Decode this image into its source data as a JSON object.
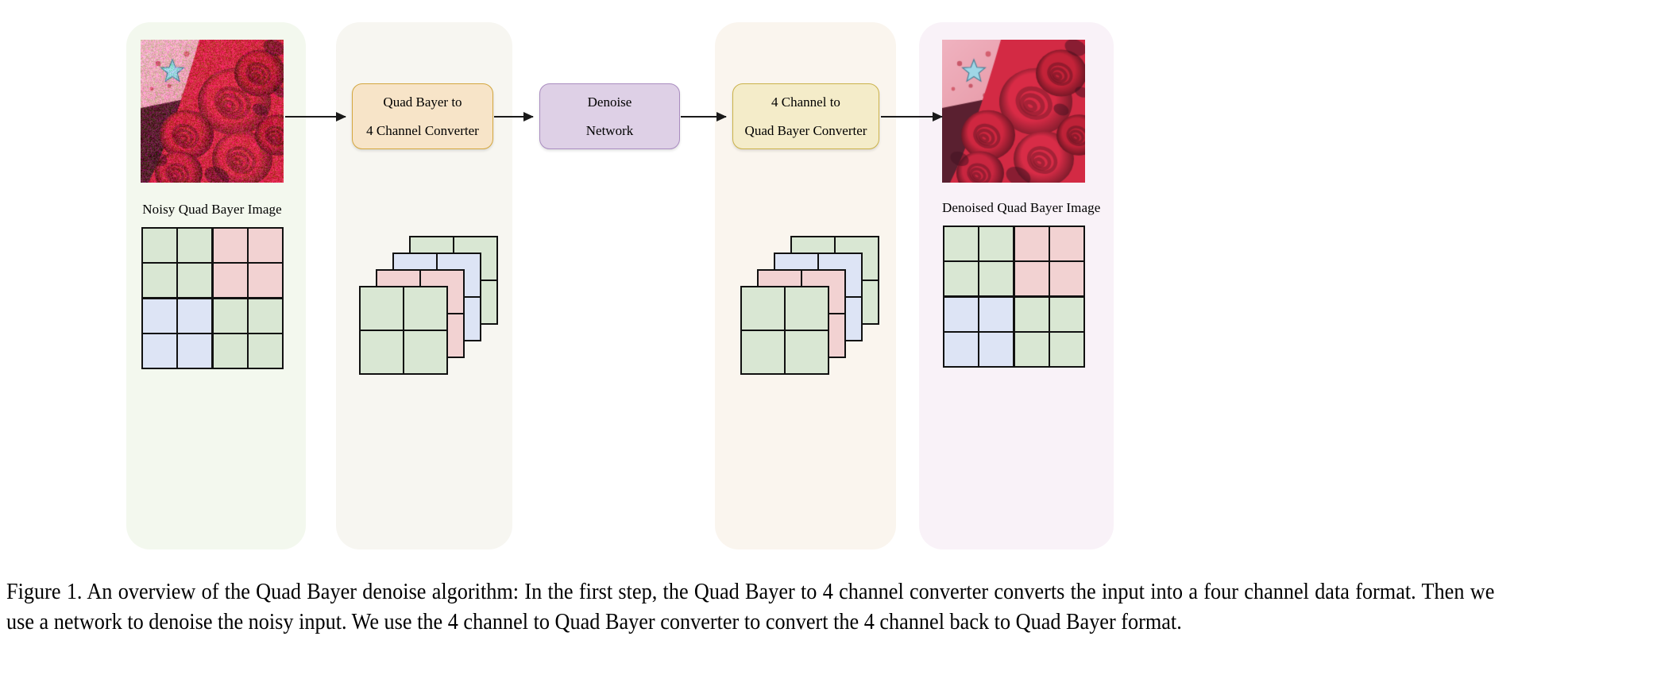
{
  "figure": {
    "caption": "Figure 1. An overview of the Quad Bayer denoise algorithm: In the first step, the Quad Bayer to 4 channel converter converts the input into a four channel data format.  Then we use a network to denoise the noisy input. We use the 4 channel to Quad Bayer converter to convert the 4 channel back to Quad Bayer format."
  },
  "panels": {
    "input": {
      "name": "input-panel",
      "background": "#f3f8ee"
    },
    "convert": {
      "name": "convert-panel",
      "background": "#f7f6f1"
    },
    "reconv": {
      "name": "reconvert-panel",
      "background": "#faf5ee"
    },
    "output": {
      "name": "output-panel",
      "background": "#f9f2f8"
    }
  },
  "images": {
    "noisy": {
      "caption": "Noisy Quad Bayer Image",
      "alt": "noisy-quad-bayer-photo-of-red-roses"
    },
    "clean": {
      "caption": "Denoised Quad Bayer Image",
      "alt": "denoised-photo-of-red-roses"
    }
  },
  "boxes": [
    {
      "id": "quad-bayer-to-4-channel-converter",
      "line1": "Quad Bayer to",
      "line2": "4 Channel Converter",
      "fill": "#f7e4c8",
      "stroke": "#d4a73f"
    },
    {
      "id": "denoise-network",
      "line1": "Denoise",
      "line2": "Network",
      "fill": "#ded0e6",
      "stroke": "#a98cc0"
    },
    {
      "id": "4-channel-to-quad-bayer-converter",
      "line1": "4 Channel to",
      "line2": "Quad Bayer Converter",
      "fill": "#f4ecc9",
      "stroke": "#cbb24a"
    }
  ],
  "arrows": [
    {
      "id": "arrow-image-to-converter"
    },
    {
      "id": "arrow-converter-to-network"
    },
    {
      "id": "arrow-network-to-reconverter"
    },
    {
      "id": "arrow-reconverter-to-image"
    }
  ],
  "colors": {
    "green": "#d9e7d3",
    "pink": "#f2d2d2",
    "blue": "#dde4f5",
    "line": "#111111"
  },
  "bayer_pattern": {
    "description": "4x4 quad bayer mosaic",
    "rows": [
      [
        "green",
        "green",
        "pink",
        "pink"
      ],
      [
        "green",
        "green",
        "pink",
        "pink"
      ],
      [
        "blue",
        "blue",
        "green",
        "green"
      ],
      [
        "blue",
        "blue",
        "green",
        "green"
      ]
    ]
  },
  "channel_stack": {
    "description": "four stacked 2x2 single-colour channel planes, offset diagonally",
    "planes": [
      "green",
      "blue",
      "pink",
      "green"
    ]
  }
}
